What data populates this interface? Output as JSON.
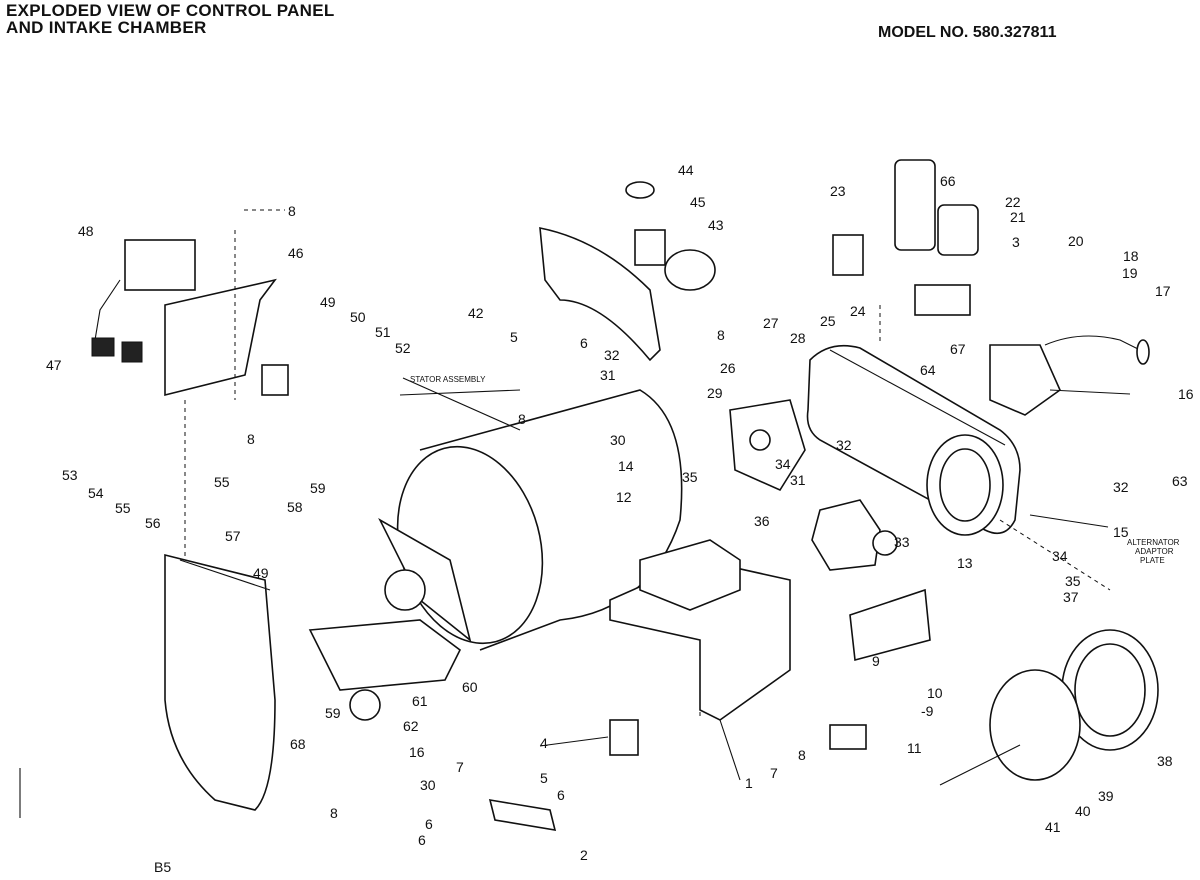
{
  "header": {
    "title_line1": "EXPLODED VIEW OF CONTROL PANEL",
    "title_line2": "AND INTAKE CHAMBER",
    "model": "MODEL NO. 580.327811"
  },
  "annotations": {
    "stator": "STATOR ASSEMBLY",
    "alt1": "ALTERNATOR",
    "alt2": "ADAPTOR",
    "alt3": "PLATE",
    "page_code": "B5"
  },
  "callouts": [
    "8",
    "48",
    "46",
    "47",
    "49",
    "50",
    "51",
    "52",
    "42",
    "44",
    "45",
    "43",
    "5",
    "6",
    "8",
    "32",
    "31",
    "30",
    "29",
    "26",
    "27",
    "28",
    "23",
    "66",
    "22",
    "21",
    "3",
    "20",
    "18",
    "19",
    "17",
    "24",
    "25",
    "67",
    "64",
    "16",
    "63",
    "32",
    "15",
    "53",
    "54",
    "55",
    "56",
    "8",
    "55",
    "59",
    "58",
    "57",
    "49",
    "8",
    "12",
    "14",
    "35",
    "36",
    "34",
    "31",
    "32",
    "33",
    "13",
    "34",
    "35",
    "37",
    "60",
    "61",
    "59",
    "62",
    "68",
    "16",
    "30",
    "4",
    "7",
    "5",
    "6",
    "6",
    "6",
    "2",
    "8",
    "1",
    "7",
    "8",
    "9",
    "10",
    "-9",
    "11",
    "38",
    "39",
    "40",
    "41"
  ]
}
